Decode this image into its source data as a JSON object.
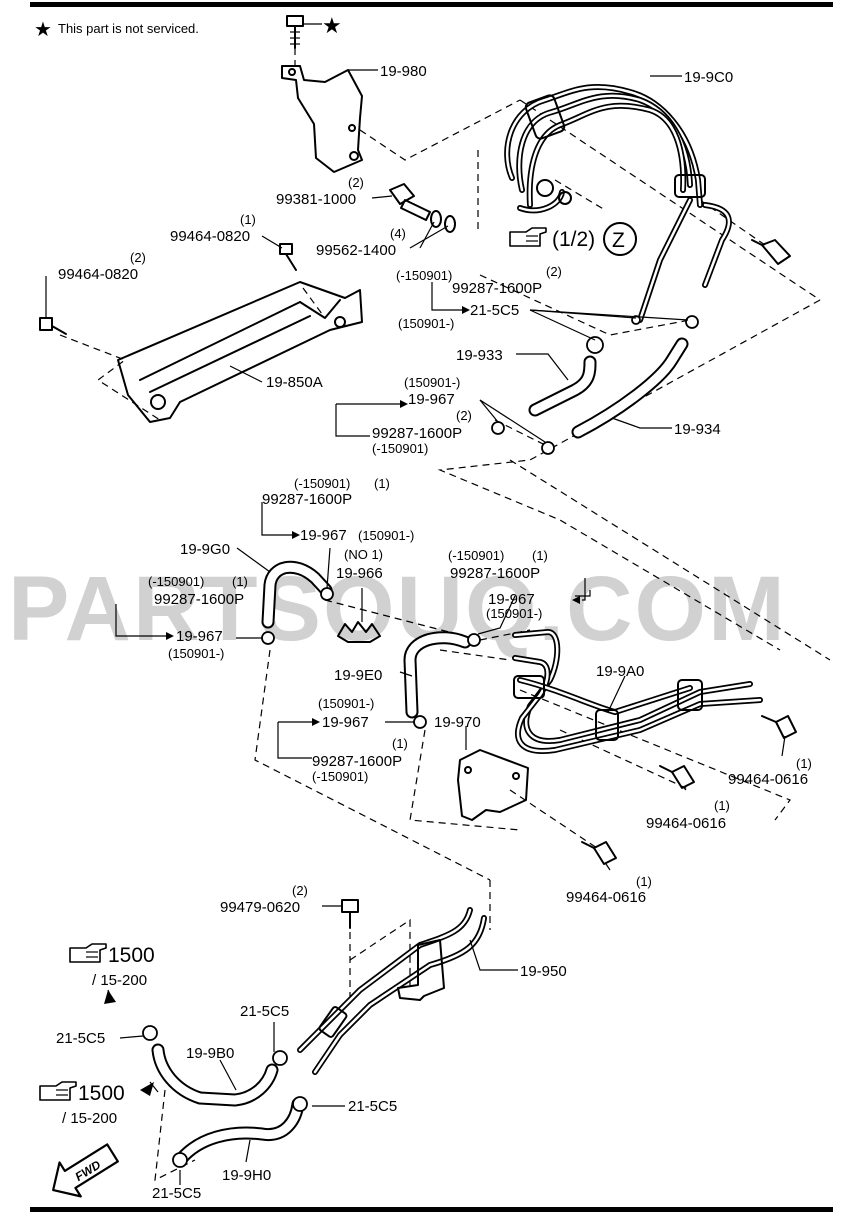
{
  "note": {
    "symbol": "★",
    "text": "This part is not serviced."
  },
  "watermark": "PARTSOUQ.COM",
  "callouts": [
    {
      "id": "c1",
      "lines": [
        "19-980"
      ]
    },
    {
      "id": "c2",
      "lines": [
        "19-9C0"
      ]
    },
    {
      "id": "c3",
      "lines": [
        "(2)",
        "99381-1000"
      ]
    },
    {
      "id": "c4",
      "lines": [
        "(4)",
        "99562-1400"
      ]
    },
    {
      "id": "c5",
      "lines": [
        "(1)",
        "99464-0820"
      ]
    },
    {
      "id": "c6",
      "lines": [
        "(2)",
        "99464-0820"
      ]
    },
    {
      "id": "c7",
      "lines": [
        "(-150901)",
        "99287-1600P",
        "(2)"
      ]
    },
    {
      "id": "c8",
      "lines": [
        "21-5C5",
        "(150901-)"
      ]
    },
    {
      "id": "c9",
      "lines": [
        "19-933"
      ]
    },
    {
      "id": "c10",
      "lines": [
        "19-850A"
      ]
    },
    {
      "id": "c11",
      "lines": [
        "(150901-)",
        "19-967",
        "(2)",
        "99287-1600P",
        "(-150901)"
      ]
    },
    {
      "id": "c12",
      "lines": [
        "19-934"
      ]
    },
    {
      "id": "c13",
      "lines": [
        "(-150901)",
        "(1)",
        "99287-1600P",
        "19-967",
        "(150901-)"
      ]
    },
    {
      "id": "c14",
      "lines": [
        "19-9G0"
      ]
    },
    {
      "id": "c15",
      "lines": [
        "(NO 1)",
        "19-966"
      ]
    },
    {
      "id": "c16",
      "lines": [
        "(-150901)",
        "(1)",
        "99287-1600P",
        "19-967",
        "(150901-)"
      ]
    },
    {
      "id": "c17",
      "lines": [
        "(-150901)",
        "(1)",
        "99287-1600P",
        "19-967",
        "(150901-)"
      ]
    },
    {
      "id": "c18",
      "lines": [
        "19-9E0"
      ]
    },
    {
      "id": "c19",
      "lines": [
        "19-9A0"
      ]
    },
    {
      "id": "c20",
      "lines": [
        "(150901-)",
        "19-967",
        "(1)",
        "99287-1600P",
        "(-150901)"
      ]
    },
    {
      "id": "c21",
      "lines": [
        "19-970"
      ]
    },
    {
      "id": "c22",
      "lines": [
        "(1)",
        "99464-0616"
      ]
    },
    {
      "id": "c23",
      "lines": [
        "(1)",
        "99464-0616"
      ]
    },
    {
      "id": "c24",
      "lines": [
        "(1)",
        "99464-0616"
      ]
    },
    {
      "id": "c25",
      "lines": [
        "(2)",
        "99479-0620"
      ]
    },
    {
      "id": "c26",
      "lines": [
        "19-950"
      ]
    },
    {
      "id": "c27",
      "lines": [
        "21-5C5"
      ]
    },
    {
      "id": "c28",
      "lines": [
        "21-5C5"
      ]
    },
    {
      "id": "c29",
      "lines": [
        "19-9B0"
      ]
    },
    {
      "id": "c30",
      "lines": [
        "21-5C5"
      ]
    },
    {
      "id": "c31",
      "lines": [
        "19-9H0"
      ]
    },
    {
      "id": "c32",
      "lines": [
        "21-5C5"
      ]
    }
  ],
  "references": [
    {
      "id": "r1",
      "page": "(1/2)",
      "code": "Z"
    },
    {
      "id": "r2",
      "page": "1500",
      "sub": "/ 15-200"
    },
    {
      "id": "r3",
      "page": "1500",
      "sub": "/ 15-200"
    }
  ],
  "fwd_label": "FWD",
  "icons": [
    "star-icon",
    "pointing-hand-icon",
    "fwd-arrow-icon"
  ]
}
